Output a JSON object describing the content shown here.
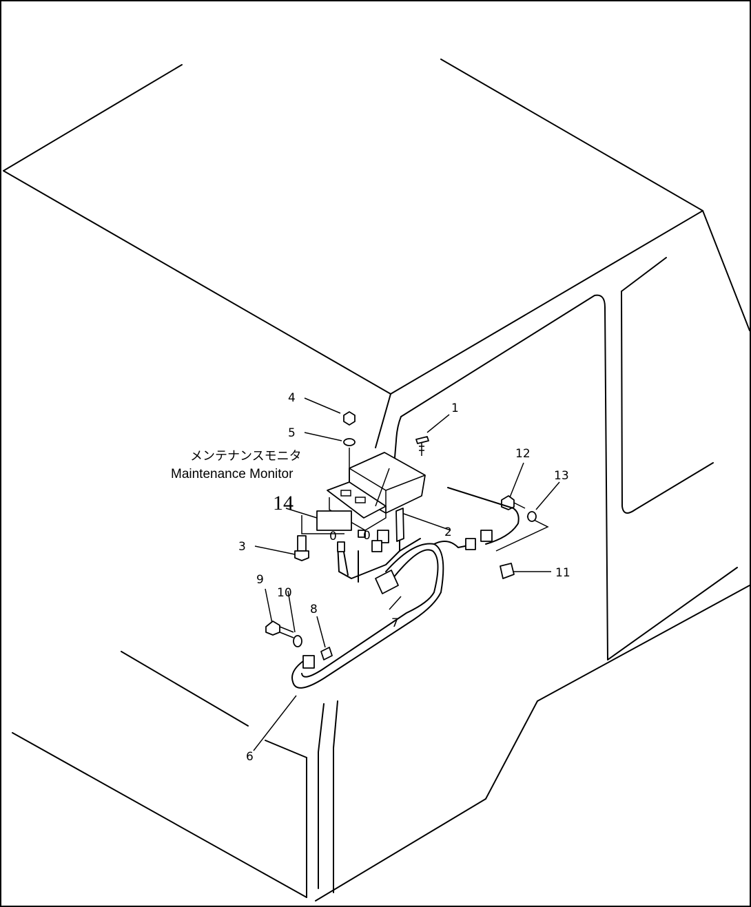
{
  "labels": {
    "jp": "メンテナンスモニタ",
    "en": "Maintenance Monitor"
  },
  "callouts": [
    "1",
    "2",
    "3",
    "4",
    "5",
    "6",
    "7",
    "8",
    "9",
    "10",
    "11",
    "12",
    "13",
    "14",
    "0",
    "0"
  ]
}
